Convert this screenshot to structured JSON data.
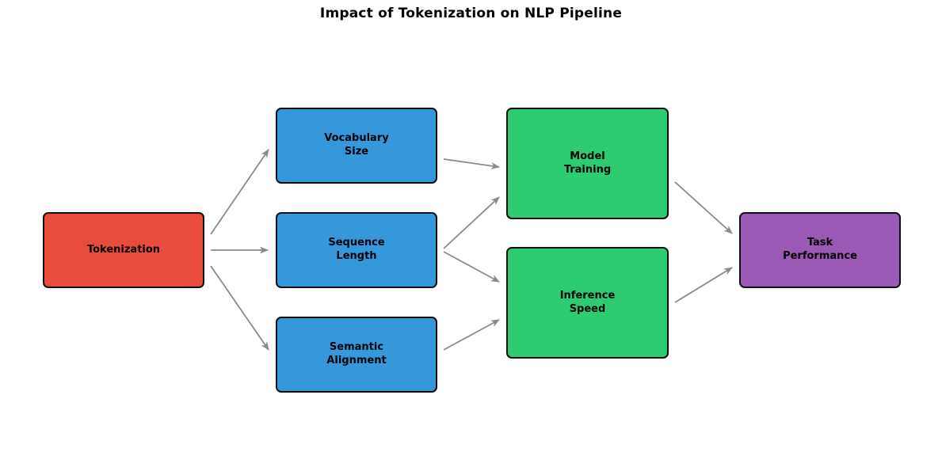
{
  "title": "Impact of Tokenization on NLP Pipeline",
  "colors": {
    "background": "#FFFFFF",
    "node_border": "#0D0D0D",
    "arrow": "#8A8A8A",
    "text": "#000000",
    "input_red": "#E74C3C",
    "property_blue": "#3498DB",
    "stage_green": "#2ECC71",
    "outcome_purple": "#9B59B6"
  },
  "nodes": {
    "tokenization": {
      "label": "Tokenization",
      "fill": "#E74C3C"
    },
    "vocabulary_size": {
      "label": "Vocabulary\nSize",
      "fill": "#3498DB"
    },
    "sequence_length": {
      "label": "Sequence\nLength",
      "fill": "#3498DB"
    },
    "semantic_alignment": {
      "label": "Semantic\nAlignment",
      "fill": "#3498DB"
    },
    "model_training": {
      "label": "Model\nTraining",
      "fill": "#2ECC71"
    },
    "inference_speed": {
      "label": "Inference\nSpeed",
      "fill": "#2ECC71"
    },
    "task_performance": {
      "label": "Task\nPerformance",
      "fill": "#9B59B6"
    }
  },
  "edges": [
    {
      "from": "Tokenization",
      "to": "Vocabulary Size"
    },
    {
      "from": "Tokenization",
      "to": "Sequence Length"
    },
    {
      "from": "Tokenization",
      "to": "Semantic Alignment"
    },
    {
      "from": "Vocabulary Size",
      "to": "Model Training"
    },
    {
      "from": "Sequence Length",
      "to": "Model Training"
    },
    {
      "from": "Sequence Length",
      "to": "Inference Speed"
    },
    {
      "from": "Semantic Alignment",
      "to": "Inference Speed"
    },
    {
      "from": "Model Training",
      "to": "Task Performance"
    },
    {
      "from": "Inference Speed",
      "to": "Task Performance"
    }
  ]
}
